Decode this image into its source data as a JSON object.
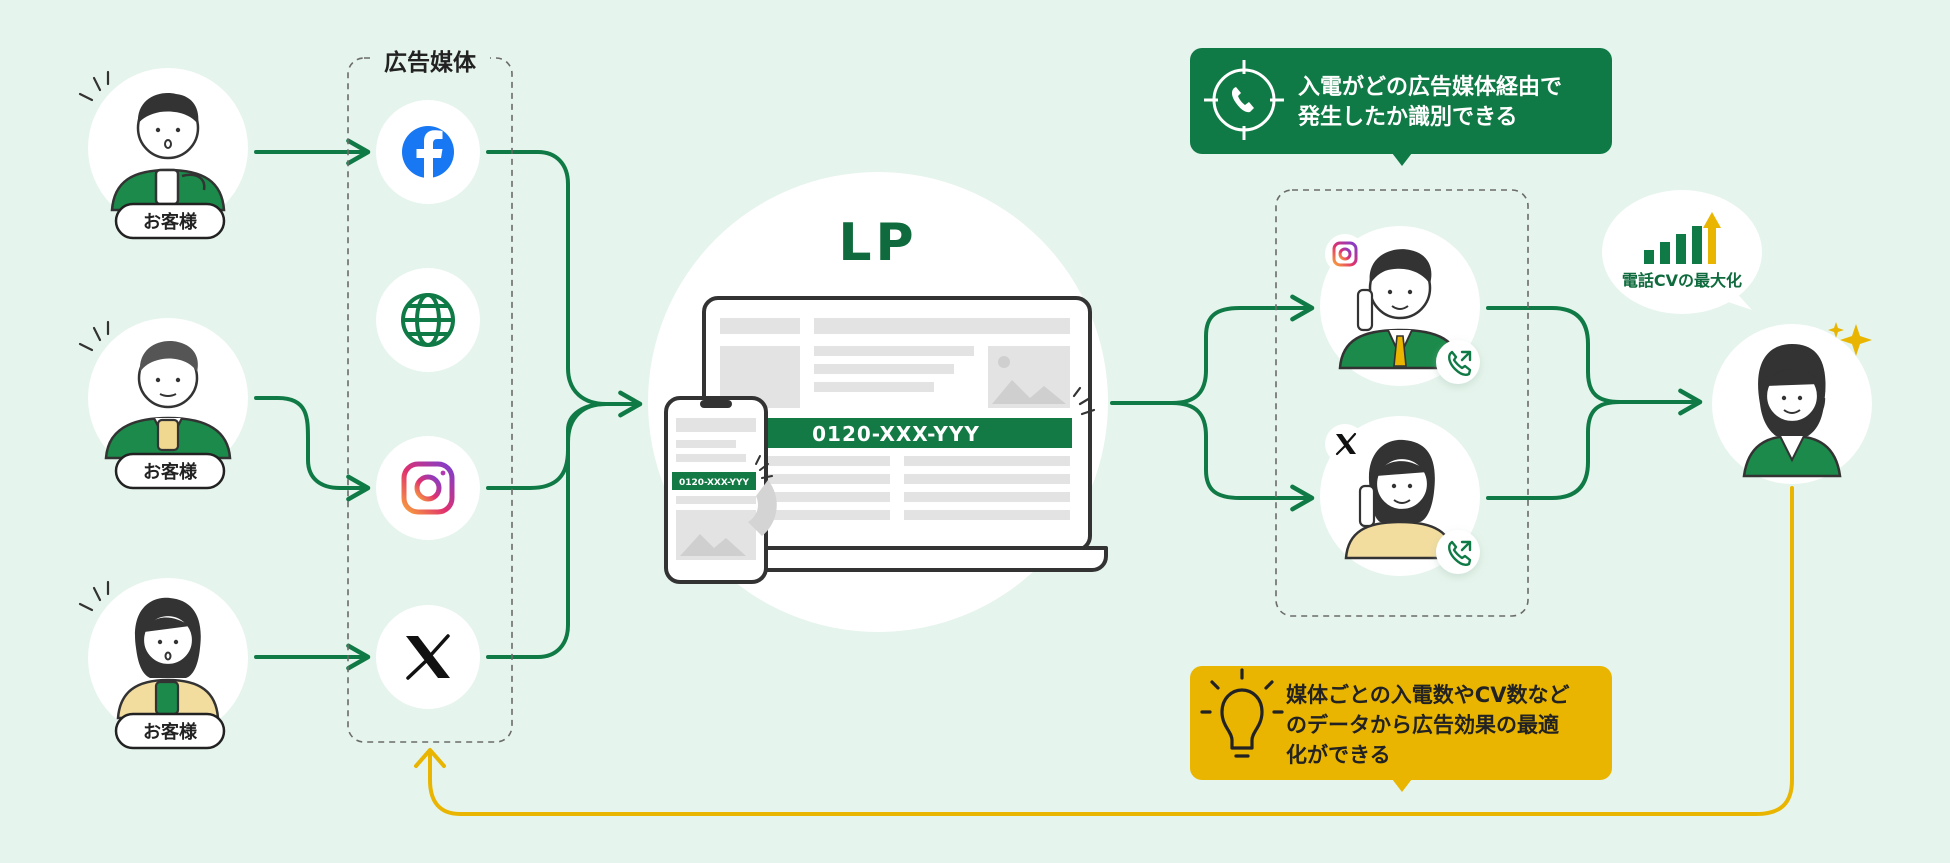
{
  "customers": [
    {
      "label": "お客様"
    },
    {
      "label": "お客様"
    },
    {
      "label": "お客様"
    }
  ],
  "media_group": {
    "title": "広告媒体",
    "items": [
      {
        "icon": "facebook-icon"
      },
      {
        "icon": "globe-icon"
      },
      {
        "icon": "instagram-icon"
      },
      {
        "icon": "x-icon"
      }
    ]
  },
  "lp": {
    "title": "LP",
    "phone_number": "0120-XXX-YYY",
    "phone_number_mobile": "0120-XXX-YYY"
  },
  "callout_identify": {
    "lines": [
      "入電がどの広告媒体経由で",
      "発生したか識別できる"
    ],
    "icon": "phone-target-icon"
  },
  "callout_optimize": {
    "lines": [
      "媒体ごとの入電数やCV数など",
      "のデータから広告効果の最適",
      "化ができる"
    ],
    "icon": "lightbulb-icon"
  },
  "operators": [
    {
      "source_icon": "instagram-icon",
      "call_icon": "phone-call-icon"
    },
    {
      "source_icon": "x-icon",
      "call_icon": "phone-call-icon"
    }
  ],
  "result": {
    "label": "電話CVの最大化",
    "icon": "bar-chart-up-icon"
  },
  "colors": {
    "background": "#e5f4ec",
    "brand_green": "#0f7a45",
    "accent_yellow": "#e9b500",
    "dark": "#333333"
  }
}
